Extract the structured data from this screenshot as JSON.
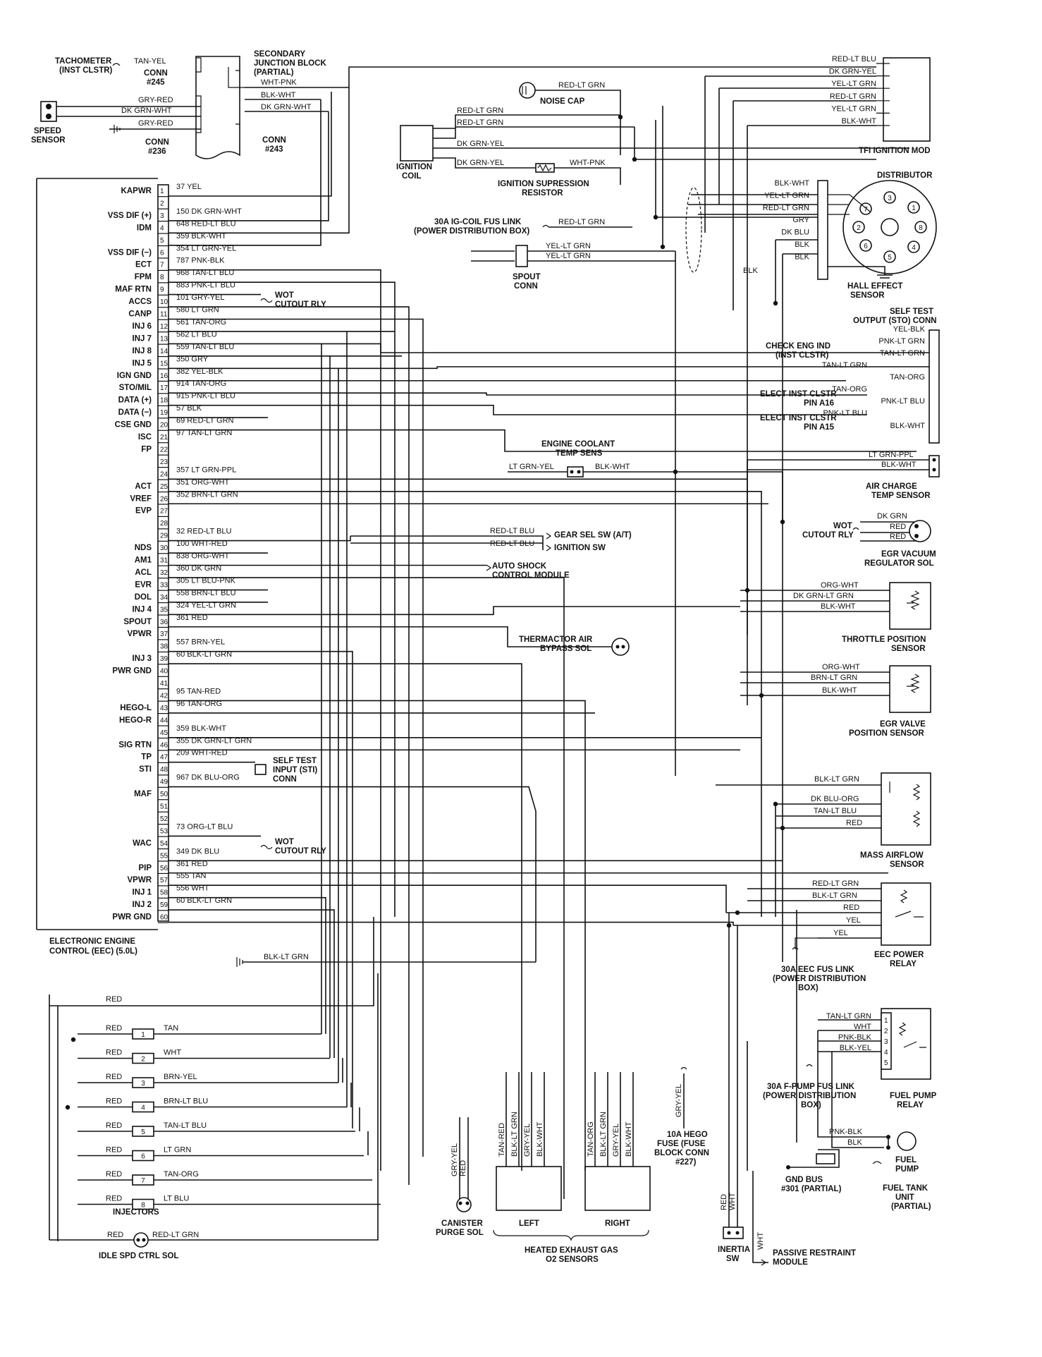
{
  "eec": {
    "title": [
      "ELECTRONIC ENGINE",
      "CONTROL (EEC) (5.0L)"
    ],
    "pins": [
      {
        "n": "1",
        "name": "KAPWR",
        "wire": "37 YEL"
      },
      {
        "n": "2",
        "name": "",
        "wire": ""
      },
      {
        "n": "3",
        "name": "VSS DIF (+)",
        "wire": "150 DK GRN-WHT"
      },
      {
        "n": "4",
        "name": "IDM",
        "wire": "648 RED-LT BLU"
      },
      {
        "n": "5",
        "name": "",
        "wire": "359 BLK-WHT"
      },
      {
        "n": "6",
        "name": "VSS DIF (−)",
        "wire": "354 LT GRN-YEL"
      },
      {
        "n": "7",
        "name": "ECT",
        "wire": "787 PNK-BLK"
      },
      {
        "n": "8",
        "name": "FPM",
        "wire": "968 TAN-LT BLU"
      },
      {
        "n": "9",
        "name": "MAF RTN",
        "wire": "883 PNK-LT BLU"
      },
      {
        "n": "10",
        "name": "ACCS",
        "wire": "101 GRY-YEL"
      },
      {
        "n": "11",
        "name": "CANP",
        "wire": "580 LT GRN"
      },
      {
        "n": "12",
        "name": "INJ 6",
        "wire": "561 TAN-ORG"
      },
      {
        "n": "13",
        "name": "INJ 7",
        "wire": "562 LT BLU"
      },
      {
        "n": "14",
        "name": "INJ 8",
        "wire": "559 TAN-LT BLU"
      },
      {
        "n": "15",
        "name": "INJ 5",
        "wire": "350 GRY"
      },
      {
        "n": "16",
        "name": "IGN GND",
        "wire": "382 YEL-BLK"
      },
      {
        "n": "17",
        "name": "STO/MIL",
        "wire": "914 TAN-ORG"
      },
      {
        "n": "18",
        "name": "DATA (+)",
        "wire": "915 PNK-LT BLU"
      },
      {
        "n": "19",
        "name": "DATA (−)",
        "wire": "57 BLK"
      },
      {
        "n": "20",
        "name": "CSE GND",
        "wire": "69 RED-LT GRN"
      },
      {
        "n": "21",
        "name": "ISC",
        "wire": "97 TAN-LT GRN"
      },
      {
        "n": "22",
        "name": "FP",
        "wire": ""
      },
      {
        "n": "23",
        "name": "",
        "wire": ""
      },
      {
        "n": "24",
        "name": "",
        "wire": "357 LT GRN-PPL"
      },
      {
        "n": "25",
        "name": "ACT",
        "wire": "351 ORG-WHT"
      },
      {
        "n": "26",
        "name": "VREF",
        "wire": "352 BRN-LT GRN"
      },
      {
        "n": "27",
        "name": "EVP",
        "wire": ""
      },
      {
        "n": "28",
        "name": "",
        "wire": ""
      },
      {
        "n": "29",
        "name": "",
        "wire": "32 RED-LT BLU"
      },
      {
        "n": "30",
        "name": "NDS",
        "wire": "100 WHT-RED"
      },
      {
        "n": "31",
        "name": "AM1",
        "wire": "838 ORG-WHT"
      },
      {
        "n": "32",
        "name": "ACL",
        "wire": "360 DK GRN"
      },
      {
        "n": "33",
        "name": "EVR",
        "wire": "305 LT BLU-PNK"
      },
      {
        "n": "34",
        "name": "DOL",
        "wire": "558 BRN-LT BLU"
      },
      {
        "n": "35",
        "name": "INJ 4",
        "wire": "324 YEL-LT GRN"
      },
      {
        "n": "36",
        "name": "SPOUT",
        "wire": "361 RED"
      },
      {
        "n": "37",
        "name": "VPWR",
        "wire": ""
      },
      {
        "n": "38",
        "name": "",
        "wire": "557 BRN-YEL"
      },
      {
        "n": "39",
        "name": "INJ 3",
        "wire": "60 BLK-LT GRN"
      },
      {
        "n": "40",
        "name": "PWR GND",
        "wire": ""
      },
      {
        "n": "41",
        "name": "",
        "wire": ""
      },
      {
        "n": "42",
        "name": "",
        "wire": "95 TAN-RED"
      },
      {
        "n": "43",
        "name": "HEGO-L",
        "wire": "96 TAN-ORG"
      },
      {
        "n": "44",
        "name": "HEGO-R",
        "wire": ""
      },
      {
        "n": "45",
        "name": "",
        "wire": "359 BLK-WHT"
      },
      {
        "n": "46",
        "name": "SIG RTN",
        "wire": "355 DK GRN-LT GRN"
      },
      {
        "n": "47",
        "name": "TP",
        "wire": "209 WHT-RED"
      },
      {
        "n": "48",
        "name": "STI",
        "wire": ""
      },
      {
        "n": "49",
        "name": "",
        "wire": "967 DK BLU-ORG"
      },
      {
        "n": "50",
        "name": "MAF",
        "wire": ""
      },
      {
        "n": "51",
        "name": "",
        "wire": ""
      },
      {
        "n": "52",
        "name": "",
        "wire": ""
      },
      {
        "n": "53",
        "name": "",
        "wire": "73 ORG-LT BLU"
      },
      {
        "n": "54",
        "name": "WAC",
        "wire": ""
      },
      {
        "n": "55",
        "name": "",
        "wire": "349 DK BLU"
      },
      {
        "n": "56",
        "name": "PIP",
        "wire": "361 RED"
      },
      {
        "n": "57",
        "name": "VPWR",
        "wire": "555 TAN"
      },
      {
        "n": "58",
        "name": "INJ 1",
        "wire": "556 WHT"
      },
      {
        "n": "59",
        "name": "INJ 2",
        "wire": "60 BLK-LT GRN"
      },
      {
        "n": "60",
        "name": "PWR GND",
        "wire": ""
      }
    ],
    "taps": {
      "wot1": [
        "WOT",
        "CUTOUT RLY"
      ],
      "wot2": [
        "WOT",
        "CUTOUT RLY"
      ],
      "sti": [
        "SELF TEST",
        "INPUT (STI)",
        "CONN"
      ]
    }
  },
  "top": {
    "tach": [
      "TACHOMETER",
      "(INST CLSTR)"
    ],
    "tach_wire": "TAN-YEL",
    "conn245": [
      "CONN",
      "#245"
    ],
    "speed": [
      "SPEED",
      "SENSOR"
    ],
    "speed_wires": [
      "GRY-RED",
      "DK GRN-WHT",
      "GRY-RED"
    ],
    "conn236": [
      "CONN",
      "#236"
    ],
    "sjb": [
      "SECONDARY",
      "JUNCTION BLOCK",
      "(PARTIAL)"
    ],
    "sjb_wires": [
      "WHT-PNK",
      "BLK-WHT",
      "DK GRN-WHT"
    ],
    "conn243": [
      "CONN",
      "#243"
    ],
    "noise_wire": "RED-LT GRN",
    "noise": "NOISE CAP",
    "coil_wires": [
      "RED-LT GRN",
      "RED-LT GRN",
      "DK GRN-YEL",
      "DK GRN-YEL"
    ],
    "coil": [
      "IGNITION",
      "COIL"
    ],
    "supp_wire": "WHT-PNK",
    "supp": [
      "IGNITION SUPRESSION",
      "RESISTOR"
    ],
    "fus": [
      "30A IG-COIL FUS LINK",
      "(POWER DISTRIBUTION BOX)"
    ],
    "fus_wire": "RED-LT GRN",
    "spout_wires": [
      "YEL-LT GRN",
      "YEL-LT GRN"
    ],
    "spout": [
      "SPOUT",
      "CONN"
    ],
    "tfi_wires": [
      "RED-LT BLU",
      "DK GRN-YEL",
      "YEL-LT GRN",
      "RED-LT GRN",
      "YEL-LT GRN",
      "BLK-WHT"
    ],
    "tfi": "TFI IGNITION MOD",
    "dist": "DISTRIBUTOR",
    "dist_wires": [
      "BLK-WHT",
      "YEL-LT GRN",
      "RED-LT GRN",
      "GRY",
      "DK BLU",
      "BLK",
      "BLK"
    ],
    "dist_blk": "BLK",
    "hall": [
      "HALL EFFECT",
      "SENSOR"
    ],
    "cyl": [
      "1",
      "2",
      "3",
      "4",
      "5",
      "6",
      "7",
      "8"
    ]
  },
  "right": {
    "sto": [
      "SELF TEST",
      "OUTPUT (STO) CONN"
    ],
    "sto_wires": [
      "YEL-BLK",
      "PNK-LT GRN",
      "TAN-LT GRN",
      "TAN-LT GRN",
      "TAN-ORG",
      "TAN-ORG",
      "PNK-LT BLU",
      "PNK-LT BLU",
      "BLK-WHT"
    ],
    "check": [
      "CHECK ENG IND",
      "(INST CLSTR)"
    ],
    "a16": [
      "ELECT INST CLSTR",
      "PIN A16"
    ],
    "a15": [
      "ELECT INST CLSTR",
      "PIN A15"
    ],
    "ect": [
      "ENGINE COOLANT",
      "TEMP SENS"
    ],
    "ect_wires": [
      "LT GRN-YEL",
      "BLK-WHT"
    ],
    "act_wires": [
      "LT GRN-PPL",
      "BLK-WHT"
    ],
    "act": [
      "AIR CHARGE",
      "TEMP SENSOR"
    ],
    "egr_wires": [
      "DK GRN",
      "RED",
      "RED"
    ],
    "egr_wot": [
      "WOT",
      "CUTOUT RLY"
    ],
    "egr": [
      "EGR VACUUM",
      "REGULATOR SOL"
    ],
    "gear_wires": [
      "RED-LT BLU",
      "RED-LT BLU"
    ],
    "gear": "GEAR SEL SW (A/T)",
    "ign_sw": "IGNITION SW",
    "shock": [
      "AUTO SHOCK",
      "CONTROL MODULE"
    ],
    "tp_wires": [
      "ORG-WHT",
      "DK GRN-LT GRN",
      "BLK-WHT"
    ],
    "tp": [
      "THROTTLE POSITION",
      "SENSOR"
    ],
    "thermactor": [
      "THERMACTOR AIR",
      "BYPASS SOL"
    ],
    "evp_wires": [
      "ORG-WHT",
      "BRN-LT GRN",
      "BLK-WHT"
    ],
    "evp": [
      "EGR VALVE",
      "POSITION SENSOR"
    ],
    "maf_wires": [
      "BLK-LT GRN",
      "DK BLU-ORG",
      "TAN-LT BLU",
      "RED"
    ],
    "maf": [
      "MASS AIRFLOW",
      "SENSOR"
    ],
    "relay_wires": [
      "RED-LT GRN",
      "BLK-LT GRN",
      "RED",
      "YEL",
      "YEL"
    ],
    "relay": [
      "EEC POWER",
      "RELAY"
    ],
    "relay_fus": [
      "30A EEC FUS LINK",
      "(POWER DISTRIBUTION",
      "BOX)"
    ],
    "gnd_wire": "BLK-LT GRN",
    "pump_wires": [
      "TAN-LT GRN",
      "WHT",
      "PNK-BLK",
      "BLK-YEL"
    ],
    "pump_pins": [
      "1",
      "2",
      "3",
      "4",
      "5"
    ],
    "pump_relay": [
      "FUEL PUMP",
      "RELAY"
    ],
    "pump_fus": [
      "30A F-PUMP FUS LINK",
      "(POWER DISTRIBUTION",
      "BOX)"
    ],
    "tank_wires": [
      "PNK-BLK",
      "BLK"
    ],
    "fuel_pump": [
      "FUEL",
      "PUMP"
    ],
    "gnd_bus": [
      "GND BUS",
      "#301 (PARTIAL)"
    ],
    "tank": [
      "FUEL TANK",
      "UNIT",
      "(PARTIAL)"
    ]
  },
  "bottom": {
    "inj_common": "RED",
    "injectors": [
      {
        "n": "1",
        "wire": "TAN"
      },
      {
        "n": "2",
        "wire": "WHT"
      },
      {
        "n": "3",
        "wire": "BRN-YEL"
      },
      {
        "n": "4",
        "wire": "BRN-LT BLU"
      },
      {
        "n": "5",
        "wire": "TAN-LT BLU"
      },
      {
        "n": "6",
        "wire": "LT GRN"
      },
      {
        "n": "7",
        "wire": "TAN-ORG"
      },
      {
        "n": "8",
        "wire": "LT BLU"
      }
    ],
    "injectors_label": "INJECTORS",
    "idle_wires": [
      "RED",
      "RED-LT GRN"
    ],
    "idle": "IDLE SPD CTRL SOL",
    "canister_wires": [
      "GRY-YEL",
      "RED"
    ],
    "canister": [
      "CANISTER",
      "PURGE SOL"
    ],
    "hego_left_wires": [
      "TAN-RED",
      "BLK-LT GRN",
      "GRY-YEL",
      "BLK-WHT"
    ],
    "hego_right_wires": [
      "TAN-ORG",
      "BLK-LT GRN",
      "GRY-YEL",
      "BLK-WHT"
    ],
    "left": "LEFT",
    "right": "RIGHT",
    "hego": [
      "HEATED EXHAUST GAS",
      "O2 SENSORS"
    ],
    "hego_fuse_wire": "GRY-YEL",
    "hego_fuse": [
      "10A HEGO",
      "FUSE (FUSE",
      "BLOCK CONN",
      "#227)"
    ],
    "inertia_wires": [
      "RED",
      "WHT",
      "WHT"
    ],
    "inertia": [
      "INERTIA",
      "SW"
    ],
    "passive": [
      "PASSIVE RESTRAINT",
      "MODULE"
    ]
  }
}
